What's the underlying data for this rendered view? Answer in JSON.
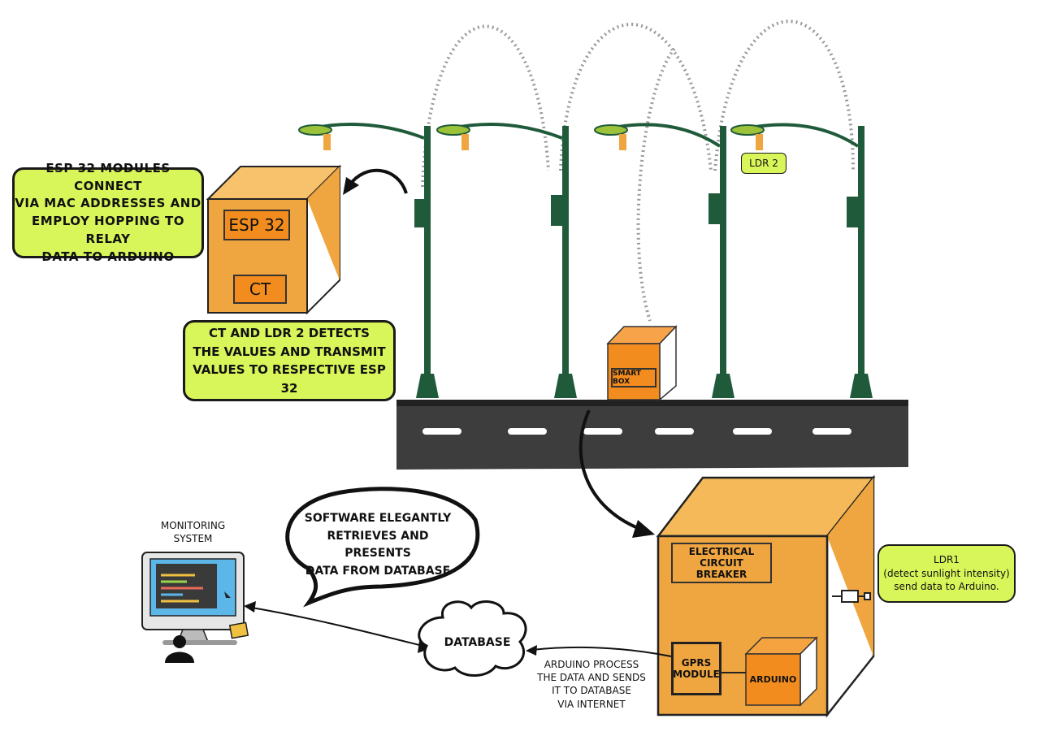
{
  "callouts": {
    "esp_hopping": "ESP 32 MODULES CONNECT\nVIA MAC ADDRESSES AND\nEMPLOY HOPPING TO RELAY\nDATA TO ARDUINO",
    "ct_ldr2": "CT AND LDR 2 DETECTS\nTHE VALUES AND TRANSMIT\nVALUES TO RESPECTIVE ESP 32",
    "ldr2_tag": "LDR 2",
    "ldr1": "LDR1\n(detect sunlight intensity)\nsend data to Arduino."
  },
  "esp_box": {
    "esp_label": "ESP 32",
    "ct_label": "CT"
  },
  "smart_box": {
    "label": "SMART BOX"
  },
  "control_box": {
    "breaker_label": "ELECTRICAL\nCIRCUIT BREAKER",
    "gprs_label": "GPRS\nMODULE",
    "arduino_label": "ARDUINO"
  },
  "monitoring": {
    "title": "MONITORING\nSYSTEM"
  },
  "speech_bubble": "SOFTWARE ELEGANTLY\nRETRIEVES AND PRESENTS\nDATA FROM DATABASE",
  "database": {
    "label": "DATABASE"
  },
  "arduino_note": "ARDUINO PROCESS\nTHE DATA AND SENDS\nIT TO DATABASE\nVIA  INTERNET",
  "colors": {
    "callout_green": "#d8f55a",
    "box_orange": "#f0a640",
    "label_orange": "#f28c1e",
    "pole_green": "#1f5a3a",
    "road": "#3d3d3d"
  }
}
